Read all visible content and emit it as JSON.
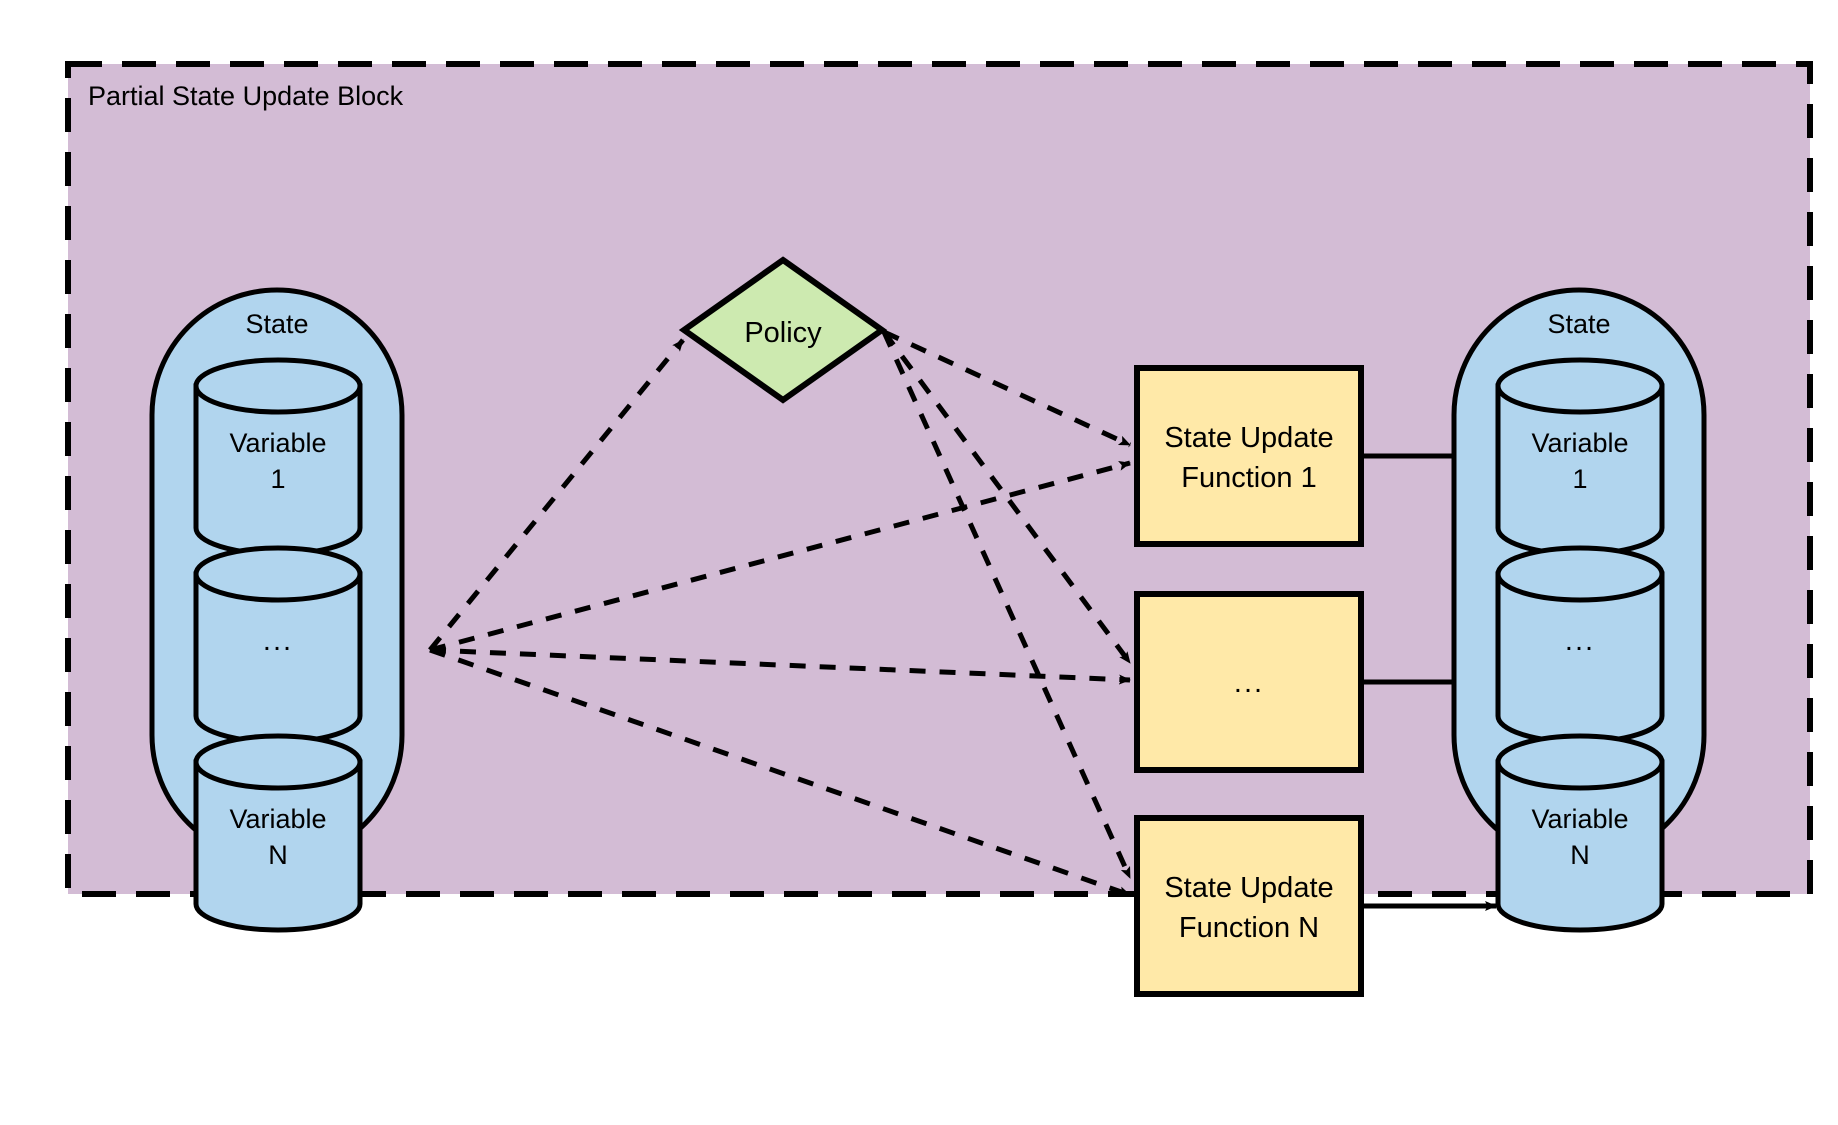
{
  "block": {
    "title": "Partial State Update Block",
    "background_color": "#d3bcd5",
    "border_color": "#000000",
    "border_style": "dashed"
  },
  "state_in": {
    "title": "State",
    "fill_color": "#b1d5ee",
    "variables": [
      {
        "label_line1": "Variable",
        "label_line2": "1"
      },
      {
        "label_line1": "...",
        "label_line2": ""
      },
      {
        "label_line1": "Variable",
        "label_line2": "N"
      }
    ]
  },
  "state_out": {
    "title": "State",
    "fill_color": "#b1d5ee",
    "variables": [
      {
        "label_line1": "Variable",
        "label_line2": "1"
      },
      {
        "label_line1": "...",
        "label_line2": ""
      },
      {
        "label_line1": "Variable",
        "label_line2": "N"
      }
    ]
  },
  "policy": {
    "label": "Policy",
    "fill_color": "#cdeab0"
  },
  "state_update_functions": [
    {
      "line1": "State Update",
      "line2": "Function 1",
      "fill_color": "#ffe9a8"
    },
    {
      "line1": "...",
      "line2": "",
      "fill_color": "#ffe9a8"
    },
    {
      "line1": "State Update",
      "line2": "Function N",
      "fill_color": "#ffe9a8"
    }
  ],
  "edges": {
    "style_dashed": "dashed",
    "style_solid": "solid",
    "arrow_color": "#000000"
  }
}
